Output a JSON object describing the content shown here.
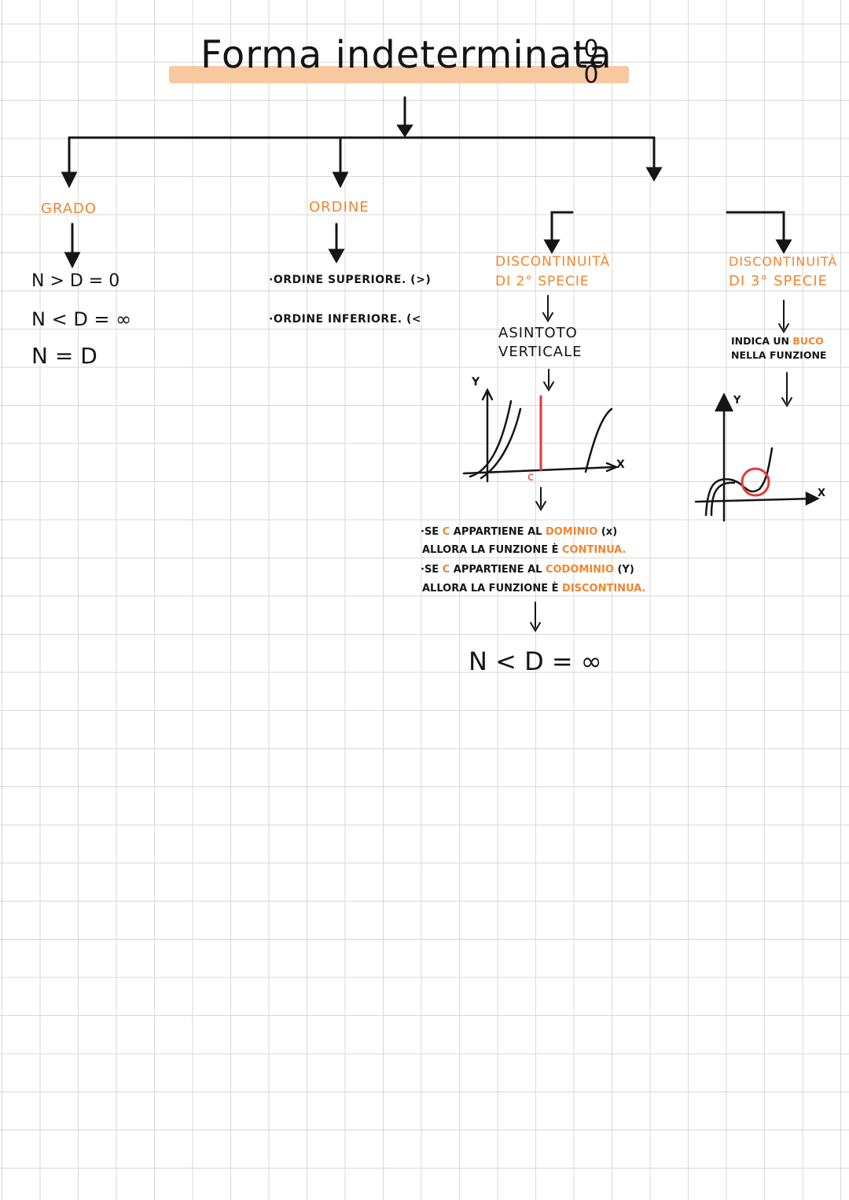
{
  "title": {
    "text": "Forma indeterminata",
    "fraction_top": "0",
    "fraction_bottom": "0"
  },
  "branch_grado": {
    "label": "GRADO",
    "lines": [
      "N > D = 0",
      "N < D = ∞",
      "N = D"
    ]
  },
  "branch_ordine": {
    "label": "ORDINE",
    "lines": [
      "·ORDINE SUPERIORE. (>)",
      "·ORDINE INFERIORE. (<"
    ]
  },
  "branch_2specie": {
    "label_line1": "DISCONTINUITÀ",
    "label_line2": "DI 2° SPECIE",
    "asintoto_line1": "ASINTOTO",
    "asintoto_line2": "VERTICALE",
    "graph_y_label": "Y",
    "graph_x_label": "X",
    "graph_point_label": "c",
    "cond1_a": "·SE ",
    "cond1_c": "C",
    "cond1_b": " APPARTIENE AL ",
    "cond1_domain": "DOMINIO",
    "cond1_var": " (x)",
    "cond1_line2_a": "ALLORA LA FUNZIONE È ",
    "cond1_line2_b": "CONTINUA.",
    "cond2_a": "·SE ",
    "cond2_c": "C",
    "cond2_b": " APPARTIENE AL ",
    "cond2_codomain": "CODOMINIO",
    "cond2_var": " (Y)",
    "cond2_line2_a": "ALLORA LA FUNZIONE È ",
    "cond2_line2_b": "DISCONTINUA.",
    "result": "N < D = ∞"
  },
  "branch_3specie": {
    "label_line1": "DISCONTINUITÀ",
    "label_line2": "DI 3° SPECIE",
    "desc_line1": "INDICA UN BUCO",
    "desc_line1_a": "INDICA UN ",
    "desc_line1_b": "BUCO",
    "desc_line2": "NELLA FUNZIONE",
    "graph_y_label": "Y",
    "graph_x_label": "X"
  },
  "colors": {
    "ink": "#151515",
    "orange": "#f2852e",
    "red": "#e53935",
    "highlight": "#f7c9a0",
    "grid": "#d9d9d9"
  }
}
